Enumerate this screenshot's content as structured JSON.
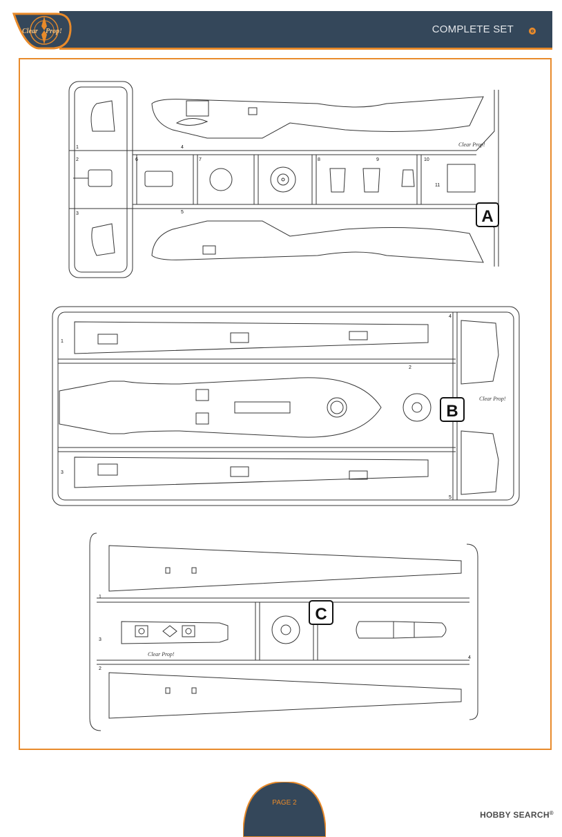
{
  "header": {
    "brand": "Clear Prop!",
    "title": "COMPLETE SET",
    "accent_color": "#e88a2a",
    "bar_color": "#34475a"
  },
  "sprues": [
    {
      "letter": "A",
      "part_numbers": [
        "1",
        "2",
        "3",
        "4",
        "5",
        "6",
        "7",
        "8",
        "9",
        "10",
        "11"
      ],
      "logo": "Clear Prop!"
    },
    {
      "letter": "B",
      "part_numbers": [
        "1",
        "2",
        "3",
        "4",
        "5"
      ],
      "logo": "Clear Prop!"
    },
    {
      "letter": "C",
      "part_numbers": [
        "1",
        "2",
        "3",
        "4"
      ],
      "logo": "Clear Prop!"
    }
  ],
  "footer": {
    "page_label": "PAGE 2",
    "watermark": "HOBBY SEARCH",
    "watermark_mark": "®"
  }
}
